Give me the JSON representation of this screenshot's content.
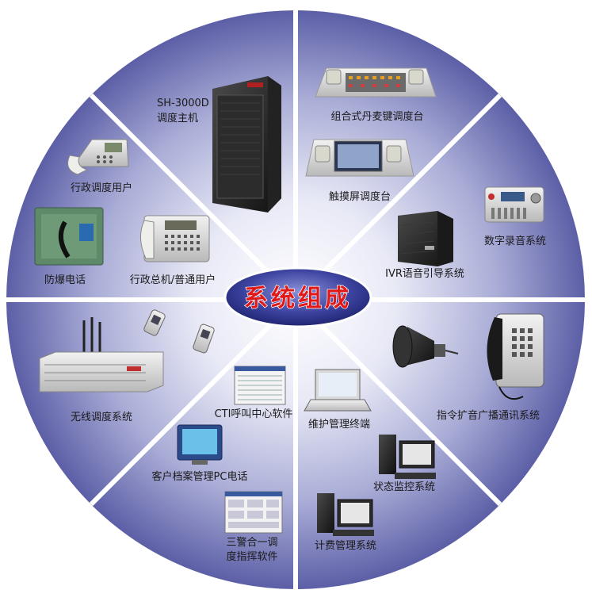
{
  "center": {
    "title": "系统组成"
  },
  "components": [
    {
      "id": "sh3000d",
      "line1": "SH-3000D",
      "line2": "调度主机",
      "icon": "rack-cabinet-icon"
    },
    {
      "id": "console-combo",
      "line1": "组合式丹麦键调度台",
      "icon": "key-console-icon"
    },
    {
      "id": "console-touch",
      "line1": "触摸屏调度台",
      "icon": "touchscreen-console-icon"
    },
    {
      "id": "recorder",
      "line1": "数字录音系统",
      "icon": "audio-recorder-icon"
    },
    {
      "id": "ivr",
      "line1": "IVR语音引导系统",
      "icon": "ivr-unit-icon"
    },
    {
      "id": "broadcast",
      "line1": "指令扩音广播通讯系统",
      "icon": "horn-speaker-icon"
    },
    {
      "id": "maintenance",
      "line1": "维护管理终端",
      "icon": "laptop-icon"
    },
    {
      "id": "monitor",
      "line1": "状态监控系统",
      "icon": "desktop-pc-icon"
    },
    {
      "id": "billing",
      "line1": "计费管理系统",
      "icon": "desktop-pc-icon"
    },
    {
      "id": "sanjing",
      "line1": "三警合一调",
      "line2": "度指挥软件",
      "icon": "software-screen-icon"
    },
    {
      "id": "crm",
      "line1": "客户档案管理PC电话",
      "icon": "pc-phone-icon"
    },
    {
      "id": "cti",
      "line1": "CTI呼叫中心软件",
      "icon": "software-screen-icon"
    },
    {
      "id": "wireless",
      "line1": "无线调度系统",
      "icon": "wireless-base-station-icon"
    },
    {
      "id": "explosion-phone",
      "line1": "防爆电话",
      "icon": "explosion-proof-phone-icon"
    },
    {
      "id": "admin-main",
      "line1": "行政总机/普通用户",
      "icon": "desk-phone-icon"
    },
    {
      "id": "admin-user",
      "line1": "行政调度用户",
      "icon": "desk-phone-icon"
    }
  ],
  "colors": {
    "wheel_edge": "#5c5fa6",
    "wheel_center": "#ffffff",
    "spoke": "#ffffff",
    "title": "#e01818",
    "ellipse": "#3d44a0"
  }
}
